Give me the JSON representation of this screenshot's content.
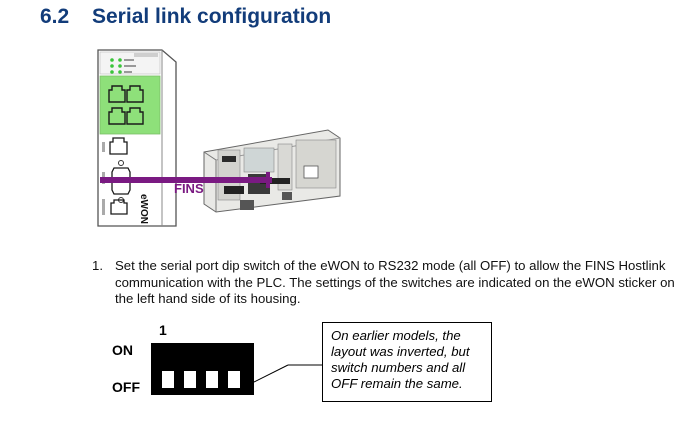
{
  "heading": {
    "number": "6.2",
    "title": "Serial link configuration"
  },
  "illustration": {
    "fins_label": "FINS",
    "device_brand": "eWON",
    "link_color": "#7a1a82",
    "panel_green": "#8ee07a"
  },
  "step": {
    "number": "1.",
    "text": "Set the serial port dip switch of the eWON to RS232 mode (all OFF) to allow the FINS Hostlink communication with the PLC. The settings of the switches are indicated on the eWON sticker on the left hand side of its housing."
  },
  "dip_switch": {
    "first_switch_label": "1",
    "on_label": "ON",
    "off_label": "OFF",
    "switch_count": 4
  },
  "callout": {
    "text": "On earlier models, the layout was inverted, but switch numbers and all OFF remain the same."
  }
}
